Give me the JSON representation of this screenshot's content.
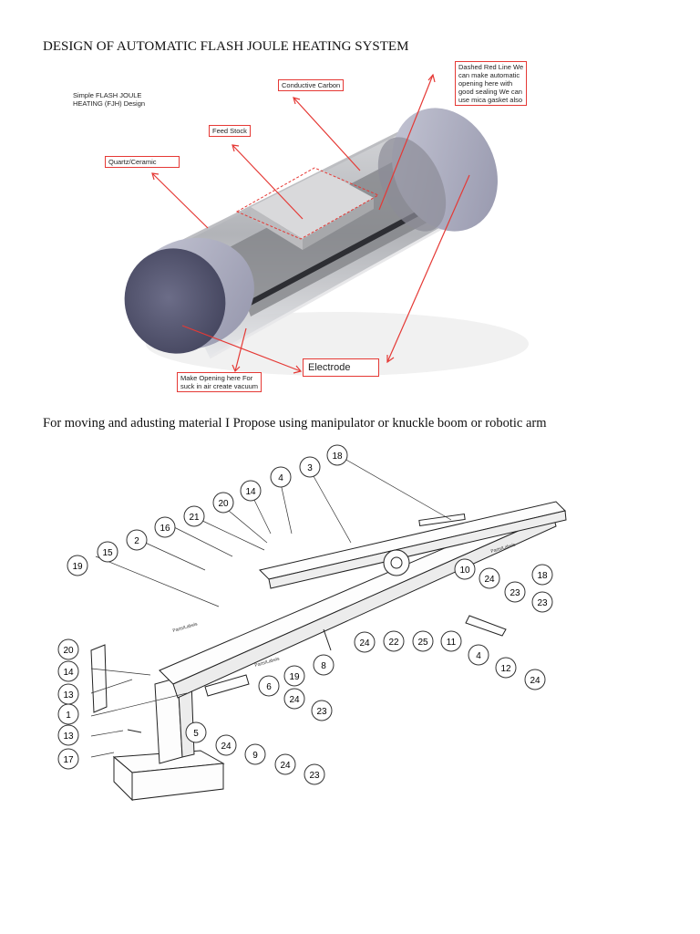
{
  "document": {
    "title": "DESIGN OF AUTOMATIC FLASH JOULE HEATING SYSTEM",
    "caption": "For moving and adusting material I Propose using manipulator or knuckle boom or robotic arm"
  },
  "figure1": {
    "heading": "Simple FLASH JOULE\nHEATING (FJH) Design",
    "callouts": {
      "conductive_carbon": "Conductive Carbon",
      "feed_stock": "Feed Stock",
      "quartz_ceramic": "Quartz/Ceramic",
      "dashed_red_line": "Dashed Red Line We\ncan make automatic\nopening here with\ngood sealing We can\nuse mica gasket also",
      "electrode": "Electrode",
      "make_opening": "Make Opening here For\nsuck in air create vacuum"
    },
    "colors": {
      "callout": "#e53935",
      "cylinder": "#9a9ca3",
      "end_cap": "#8e90a8"
    }
  },
  "figure2": {
    "part_numbers": [
      "18",
      "3",
      "4",
      "14",
      "20",
      "21",
      "16",
      "2",
      "15",
      "19",
      "10",
      "24",
      "18",
      "23",
      "23",
      "24",
      "22",
      "25",
      "11",
      "4",
      "12",
      "24",
      "20",
      "14",
      "13",
      "1",
      "13",
      "17",
      "8",
      "6",
      "19",
      "24",
      "23",
      "5",
      "24",
      "9",
      "24",
      "23"
    ],
    "plate_labels": [
      "Parts/Labels",
      "Parts/Labels",
      "Parts/Labels"
    ]
  }
}
